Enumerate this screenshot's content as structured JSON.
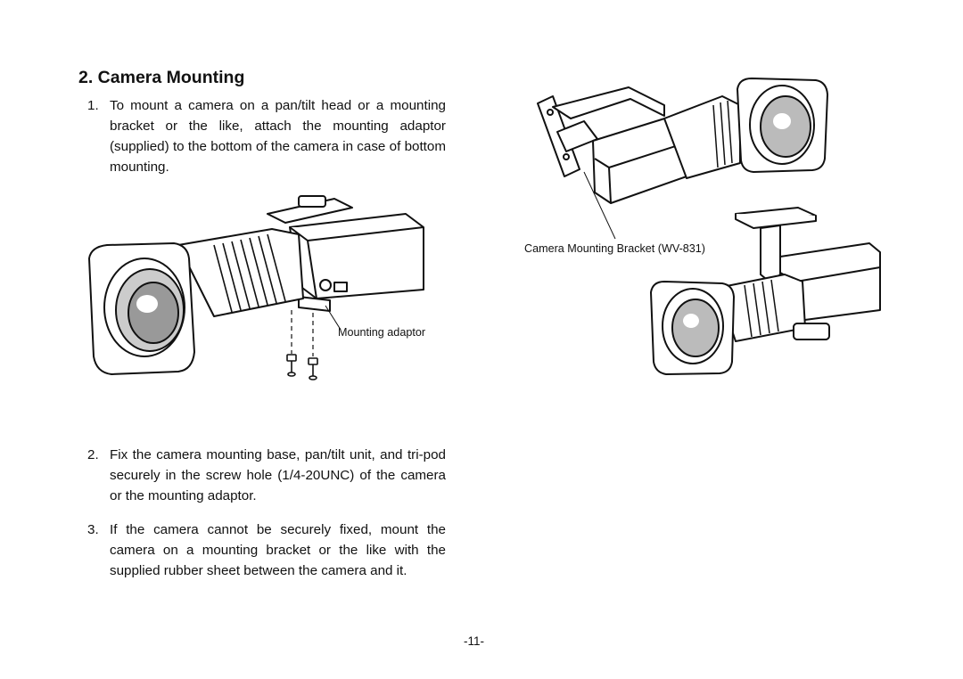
{
  "section": {
    "heading": "2. Camera Mounting"
  },
  "items": [
    {
      "number": "1.",
      "text": "To mount a camera on a pan/tilt head or a mounting bracket or the like, attach the mounting adaptor (supplied) to the bottom of the camera in case of bottom mounting."
    },
    {
      "number": "2.",
      "text": "Fix the camera mounting base, pan/tilt unit, and tri-pod securely in the screw hole (1/4-20UNC) of the camera or the mounting adaptor."
    },
    {
      "number": "3.",
      "text": "If the camera cannot be securely fixed, mount the camera on a mounting bracket or the like with the supplied rubber sheet between the camera and it."
    }
  ],
  "figures": {
    "adaptor_caption": "Mounting adaptor",
    "bracket_caption": "Camera Mounting Bracket (WV-831)"
  },
  "footer": {
    "page_number": "-11-"
  }
}
